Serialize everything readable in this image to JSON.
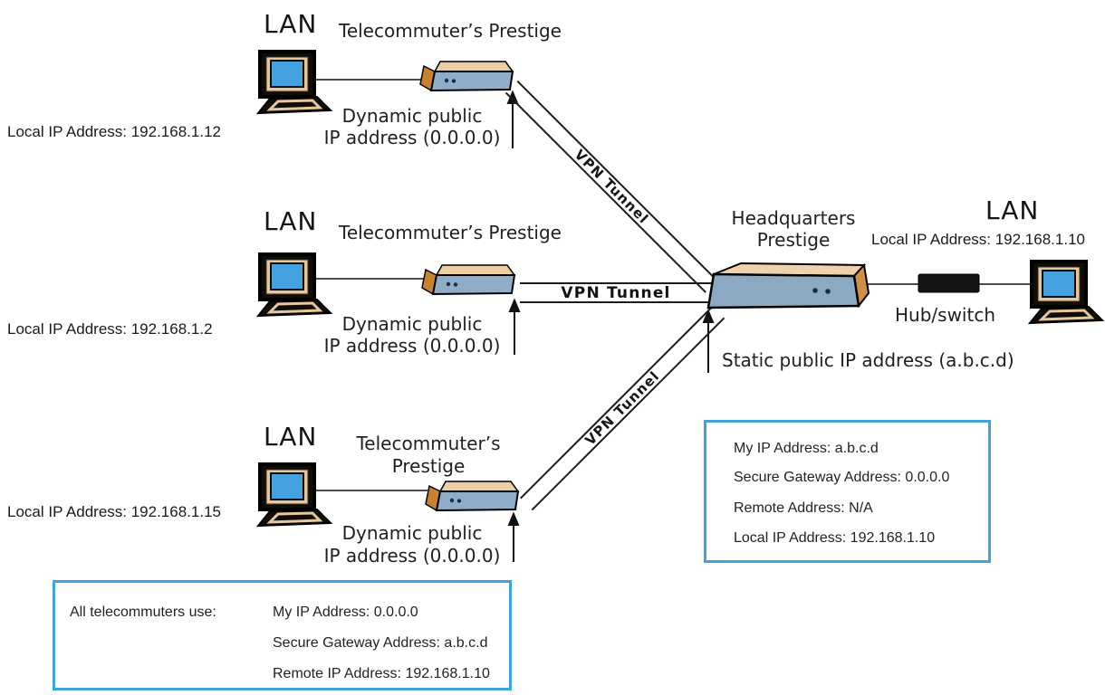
{
  "diagram_title": "VPN network with telecommuters and headquarters",
  "colors": {
    "screen_blue": "#44A3DF",
    "router_front_blue": "#8FACC8",
    "top_face_tan": "#EFD2AB",
    "end_cap_orange": "#C8812F",
    "info_box_border": "#3FA3DC",
    "line_gray": "#4d4d4d",
    "ink": "#1f1f1f"
  },
  "telecommuters": [
    {
      "lan": "LAN",
      "device": "Telecommuter’s Prestige",
      "dynamic_ip_line1": "Dynamic public",
      "dynamic_ip_line2": "IP address (0.0.0.0)",
      "local_ip": "Local IP Address: 192.168.1.12",
      "tunnel_label": "VPN Tunnel"
    },
    {
      "lan": "LAN",
      "device": "Telecommuter’s Prestige",
      "dynamic_ip_line1": "Dynamic public",
      "dynamic_ip_line2": "IP address (0.0.0.0)",
      "local_ip": "Local IP Address: 192.168.1.2",
      "tunnel_label": "VPN Tunnel"
    },
    {
      "lan": "LAN",
      "device": "Telecommuter’s Prestige",
      "dynamic_ip_line1": "Dynamic public",
      "dynamic_ip_line2": "IP address (0.0.0.0)",
      "local_ip": "Local IP Address: 192.168.1.15",
      "tunnel_label": "VPN Tunnel"
    }
  ],
  "headquarters": {
    "title_line1": "Headquarters",
    "title_line2": "Prestige",
    "lan": "LAN",
    "local_ip": "Local IP Address: 192.168.1.10",
    "hub": "Hub/switch",
    "static_ip": "Static public IP address (a.b.c.d)"
  },
  "hq_settings_box": {
    "lines": [
      "My IP Address: a.b.c.d",
      "Secure Gateway Address: 0.0.0.0",
      "Remote Address: N/A",
      "Local IP Address: 192.168.1.10"
    ]
  },
  "telecommuter_settings_box": {
    "label": "All telecommuters use:",
    "lines": [
      "My IP Address: 0.0.0.0",
      "Secure Gateway Address: a.b.c.d",
      "Remote IP Address: 192.168.1.10"
    ]
  }
}
